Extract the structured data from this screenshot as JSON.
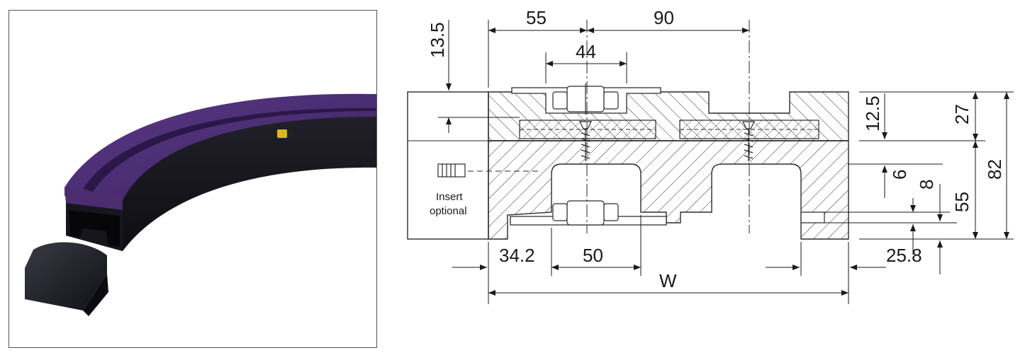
{
  "dimensions": {
    "d55_top": "55",
    "d90": "90",
    "d44": "44",
    "d13_5": "13.5",
    "d12_5": "12.5",
    "d27": "27",
    "d82": "82",
    "d6": "6",
    "d8": "8",
    "d55_side": "55",
    "d34_2": "34.2",
    "d50": "50",
    "d25_8": "25.8",
    "dW": "W"
  },
  "insert_label": {
    "line1": "Insert",
    "line2": "optional"
  },
  "colors": {
    "purple": "#4a2a6e",
    "dark": "#16161c",
    "line": "#2a2a2a"
  }
}
